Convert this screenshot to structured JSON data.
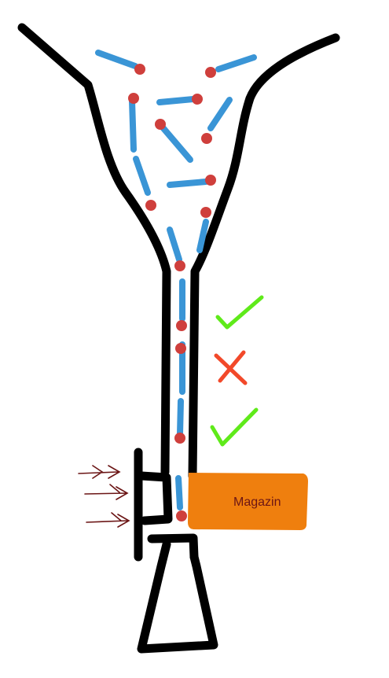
{
  "magazine": {
    "label": "Magazin"
  },
  "colors": {
    "outline": "#000000",
    "match_stick": "#3a95d6",
    "match_head": "#cf3f3c",
    "check_mark": "#5fea1a",
    "cross_mark": "#f2492a",
    "magazine_fill": "#ef7f0e",
    "magazine_text": "#6b1515",
    "push_arrow": "#6b1515"
  },
  "icons": {
    "pass_mark": "check-icon",
    "fail_mark": "cross-icon",
    "push_arrows": "arrow-right-icon"
  },
  "checks": [
    "pass",
    "fail",
    "pass"
  ]
}
